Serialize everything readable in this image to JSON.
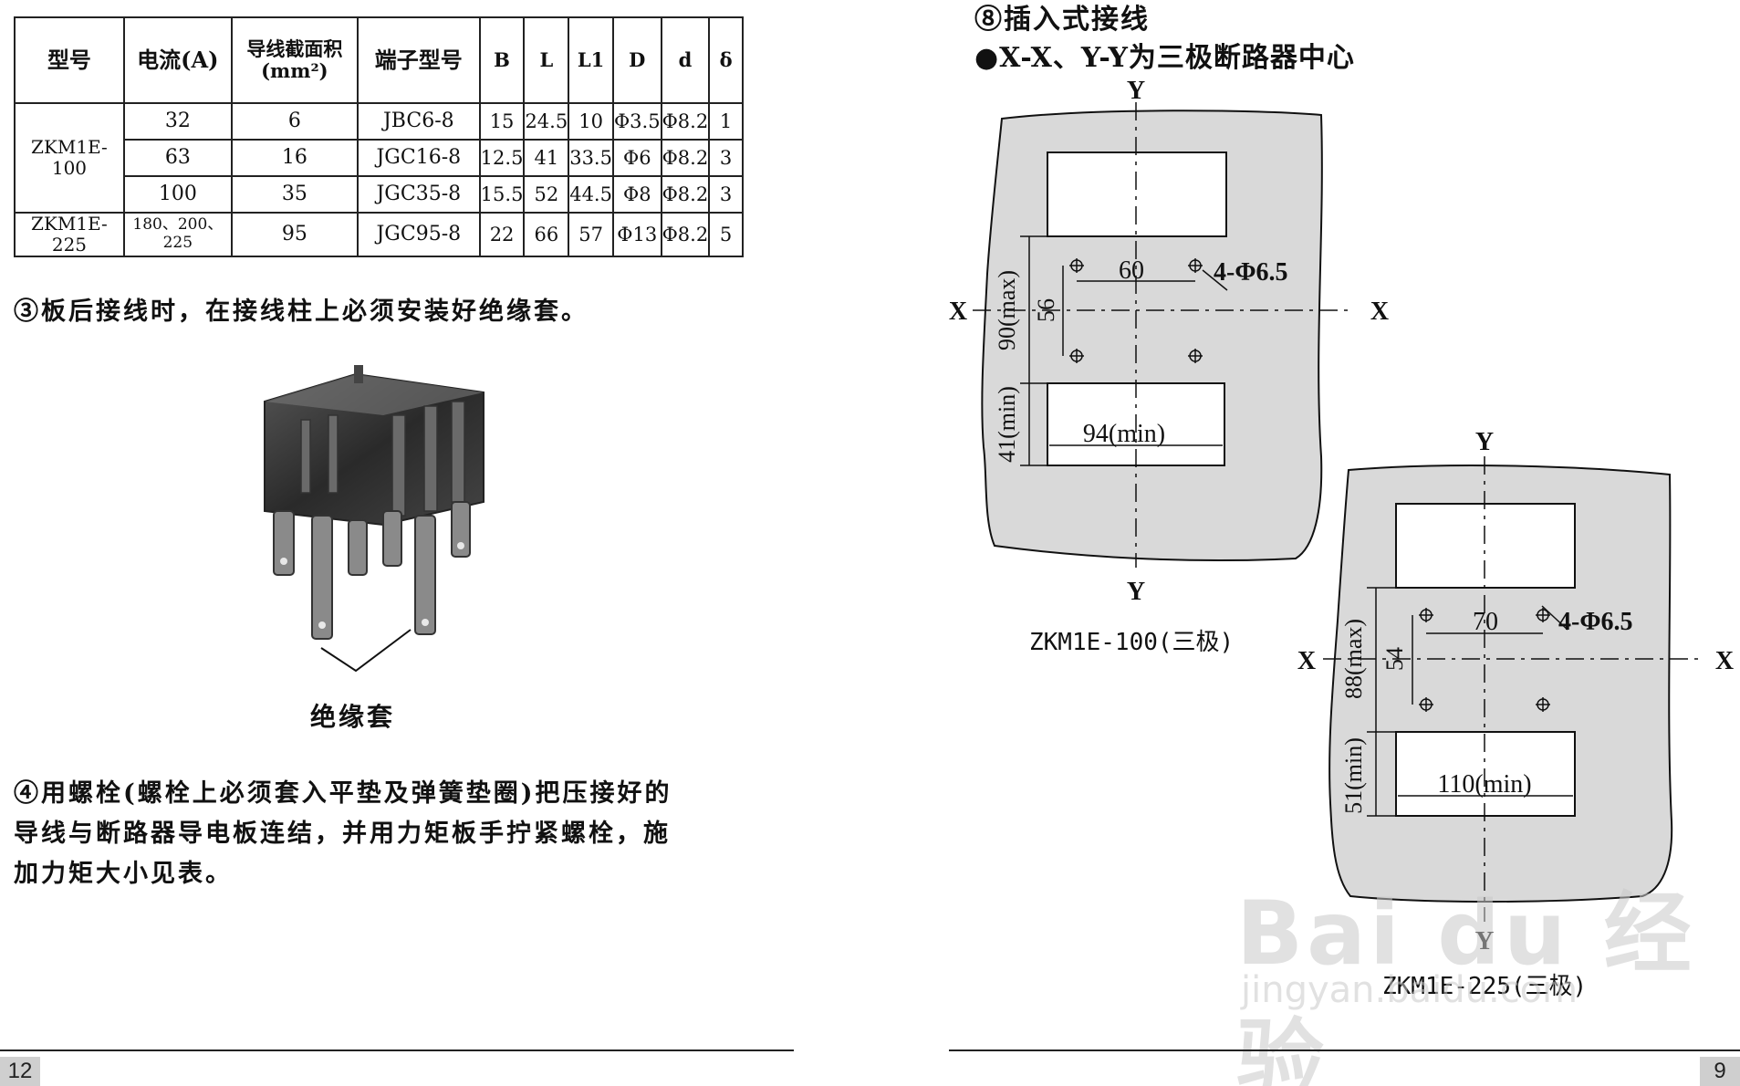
{
  "table": {
    "headers": [
      "型号",
      "电流(A)",
      "导线截面积(mm²)",
      "端子型号",
      "B",
      "L",
      "L1",
      "D",
      "d",
      "δ"
    ],
    "groups": [
      {
        "model": "ZKM1E-100",
        "rows": [
          [
            "32",
            "6",
            "JBC6-8",
            "15",
            "24.5",
            "10",
            "Φ3.5",
            "Φ8.2",
            "1"
          ],
          [
            "63",
            "16",
            "JGC16-8",
            "12.5",
            "41",
            "33.5",
            "Φ6",
            "Φ8.2",
            "3"
          ],
          [
            "100",
            "35",
            "JGC35-8",
            "15.5",
            "52",
            "44.5",
            "Φ8",
            "Φ8.2",
            "3"
          ]
        ]
      },
      {
        "model": "ZKM1E-225",
        "rows": [
          [
            "180、200、225",
            "95",
            "JGC95-8",
            "22",
            "66",
            "57",
            "Φ13",
            "Φ8.2",
            "5"
          ]
        ]
      }
    ]
  },
  "left": {
    "para3": "③板后接线时，在接线柱上必须安装好绝缘套。",
    "photo_label": "绝缘套",
    "para4": "④用螺栓(螺栓上必须套入平垫及弹簧垫圈)把压接好的\n导线与断路器导电板连结，并用力矩板手拧紧螺栓，施\n加力矩大小见表。",
    "page_number": "12"
  },
  "right": {
    "section_title": "⑧插入式接线",
    "note": "●X-X、Y-Y为三极断路器中心",
    "diagram1": {
      "caption": "ZKM1E-100(三极)",
      "x_label": "X",
      "y_label": "Y",
      "hole_spacing": "60",
      "holes": "4-Φ6.5",
      "vertical_spacing": "56",
      "max_label": "90(max)",
      "min_label": "41(min)",
      "width_label": "94(min)"
    },
    "diagram2": {
      "caption": "ZKM1E-225(三极)",
      "x_label": "X",
      "y_label": "Y",
      "hole_spacing": "70",
      "holes": "4-Φ6.5",
      "vertical_spacing": "54",
      "max_label": "88(max)",
      "min_label": "51(min)",
      "width_label": "110(min)"
    },
    "page_number": "9"
  },
  "watermark": {
    "main": "Bai du 经验",
    "sub": "jingyan.baidu.com"
  },
  "colors": {
    "panel_fill": "#d9d9d9",
    "ink": "#111111"
  }
}
